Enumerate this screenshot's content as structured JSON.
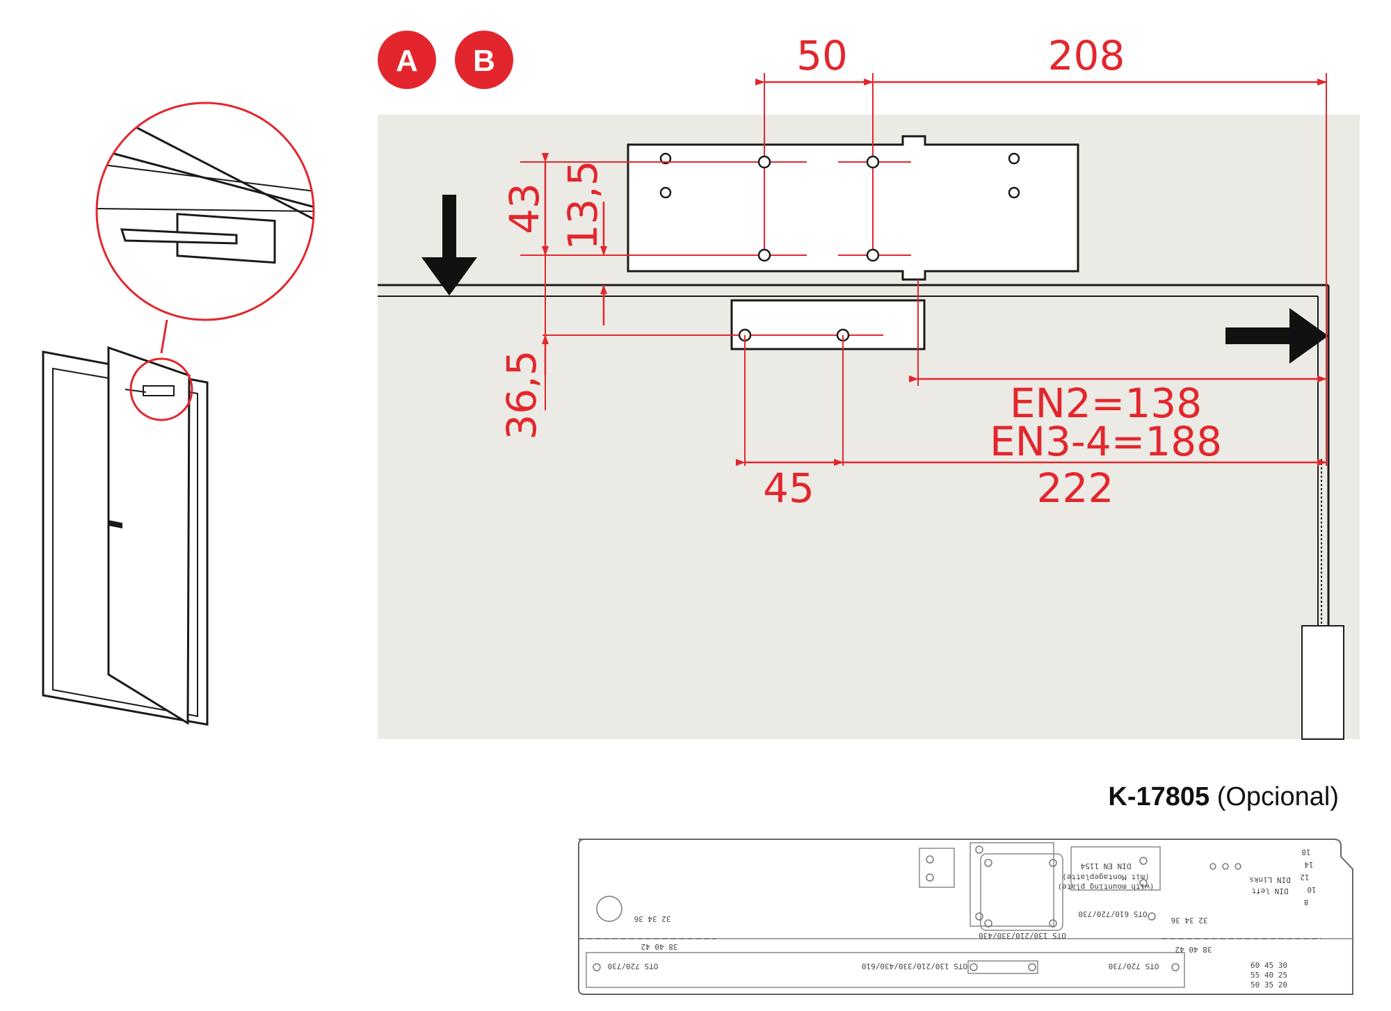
{
  "badges": {
    "a": "A",
    "b": "B"
  },
  "dimensions": {
    "top_left": "50",
    "top_right": "208",
    "plate_height": "43",
    "offset": "13,5",
    "lower": "36,5",
    "en2": "EN2=138",
    "en34": "EN3-4=188",
    "bottom_left": "45",
    "bottom_right": "222"
  },
  "caption": {
    "code": "K-17805",
    "note": "(Opcional)"
  },
  "template_labels": {
    "din_en": "DIN EN 1154",
    "mit_platte": "(mit Montageplatte)",
    "with_plate": "(with mounting plate)",
    "din_links": "DIN Links",
    "din_left": "DIN left",
    "ots_610": "OTS 610/720/730",
    "ots_130a": "OTS 130/210/330/430",
    "ots_720a": "OTS 720/730",
    "ots_130b": "OTS 130/210/330/430/610",
    "ots_720b": "OTS 720/730",
    "nums_a": "32 34 36",
    "nums_b": "38 40 42",
    "nums_c": "32 34 36",
    "nums_d": "38 40 42",
    "grid_1": "60 45 30",
    "grid_2": "55 40 25",
    "grid_3": "50 35 20",
    "side_1": "18",
    "side_2": "14",
    "side_3": "12",
    "side_4": "10",
    "side_5": "8"
  },
  "colors": {
    "accent": "#e3262d",
    "panel": "#eceae4",
    "ink": "#1a1a1a"
  }
}
